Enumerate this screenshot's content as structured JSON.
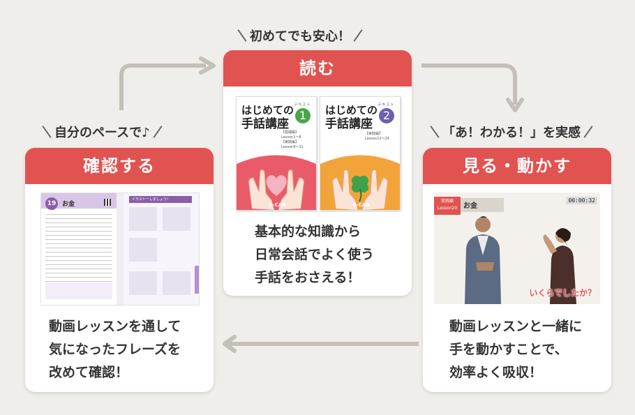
{
  "top_caption": "初めてでも安心！",
  "left_caption": "自分のペースで♪",
  "right_caption": "「あ！わかる！」を実感",
  "cards": {
    "read": {
      "title": "読む",
      "lines": [
        "基本的な知識から",
        "日常会話でよく使う",
        "手話をおさえる！"
      ],
      "books": [
        {
          "title_line1": "はじめての",
          "title_line2": "手話講座",
          "number": "1",
          "tag": "テキスト",
          "info1": "【基礎編】",
          "info2": "Lesson1〜8",
          "info3": "【実践編】",
          "info4": "Lesson9〜11",
          "brand": "U-CAN",
          "color": "#ea5b6a",
          "num_color": "#4aa648"
        },
        {
          "title_line1": "はじめての",
          "title_line2": "手話講座",
          "number": "2",
          "tag": "テキスト",
          "info1": "【実践編】",
          "info2": "Lesson12〜24",
          "brand": "U-CAN",
          "color": "#f2a43a",
          "num_color": "#6d5fb0"
        }
      ]
    },
    "confirm": {
      "title": "確認する",
      "lines": [
        "動画レッスンを通して",
        "気になったフレーズを",
        "改めて確認！"
      ],
      "page_badge": "19",
      "page_title": "お金",
      "page_tab": "イラストーしましょう！"
    },
    "watch": {
      "title": "見る・動かす",
      "lines": [
        "動画レッスンと一緒に",
        "手を動かすことで、",
        "効率よく吸収！"
      ],
      "video_badge_line1": "実践編",
      "video_badge_line2": "Lesson20",
      "video_title": "お金",
      "video_time": "00:00:32",
      "subtitle": "いくらでしたか？"
    }
  },
  "colors": {
    "accent": "#e15350",
    "arrow": "#c4bfb7",
    "background": "#f0eeeb"
  }
}
